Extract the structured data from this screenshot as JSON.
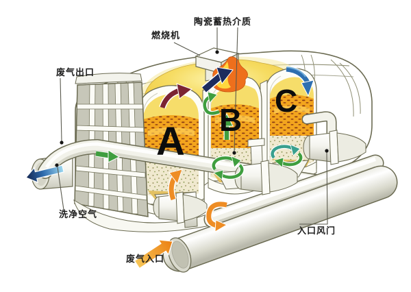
{
  "diagram": {
    "kind": "cutaway-illustration",
    "labels": {
      "ceramic_media": "陶瓷蓄热介质",
      "burner": "燃烧机",
      "exhaust_outlet": "废气出口",
      "clean_air": "洗净空气",
      "exhaust_inlet": "废气入口",
      "inlet_damper": "入口风门"
    },
    "chambers": [
      {
        "label": "A"
      },
      {
        "label": "B"
      },
      {
        "label": "C"
      }
    ],
    "colors": {
      "outline": "#6B6B52",
      "media_orange": "#F3A51E",
      "media_cream": "#F0E9CF",
      "combustion_glow": "#F6DC62",
      "flame_orange": "#EE6F1C",
      "flame_yellow": "#FFD83E",
      "arrow_maroon": "#7B2433",
      "arrow_navy": "#1C2C5E",
      "arrow_green": "#3F9E3F",
      "arrow_blue": "#2E6FB0",
      "arrow_teal": "#3AA08E",
      "arrow_orange": "#EE8D25"
    }
  }
}
